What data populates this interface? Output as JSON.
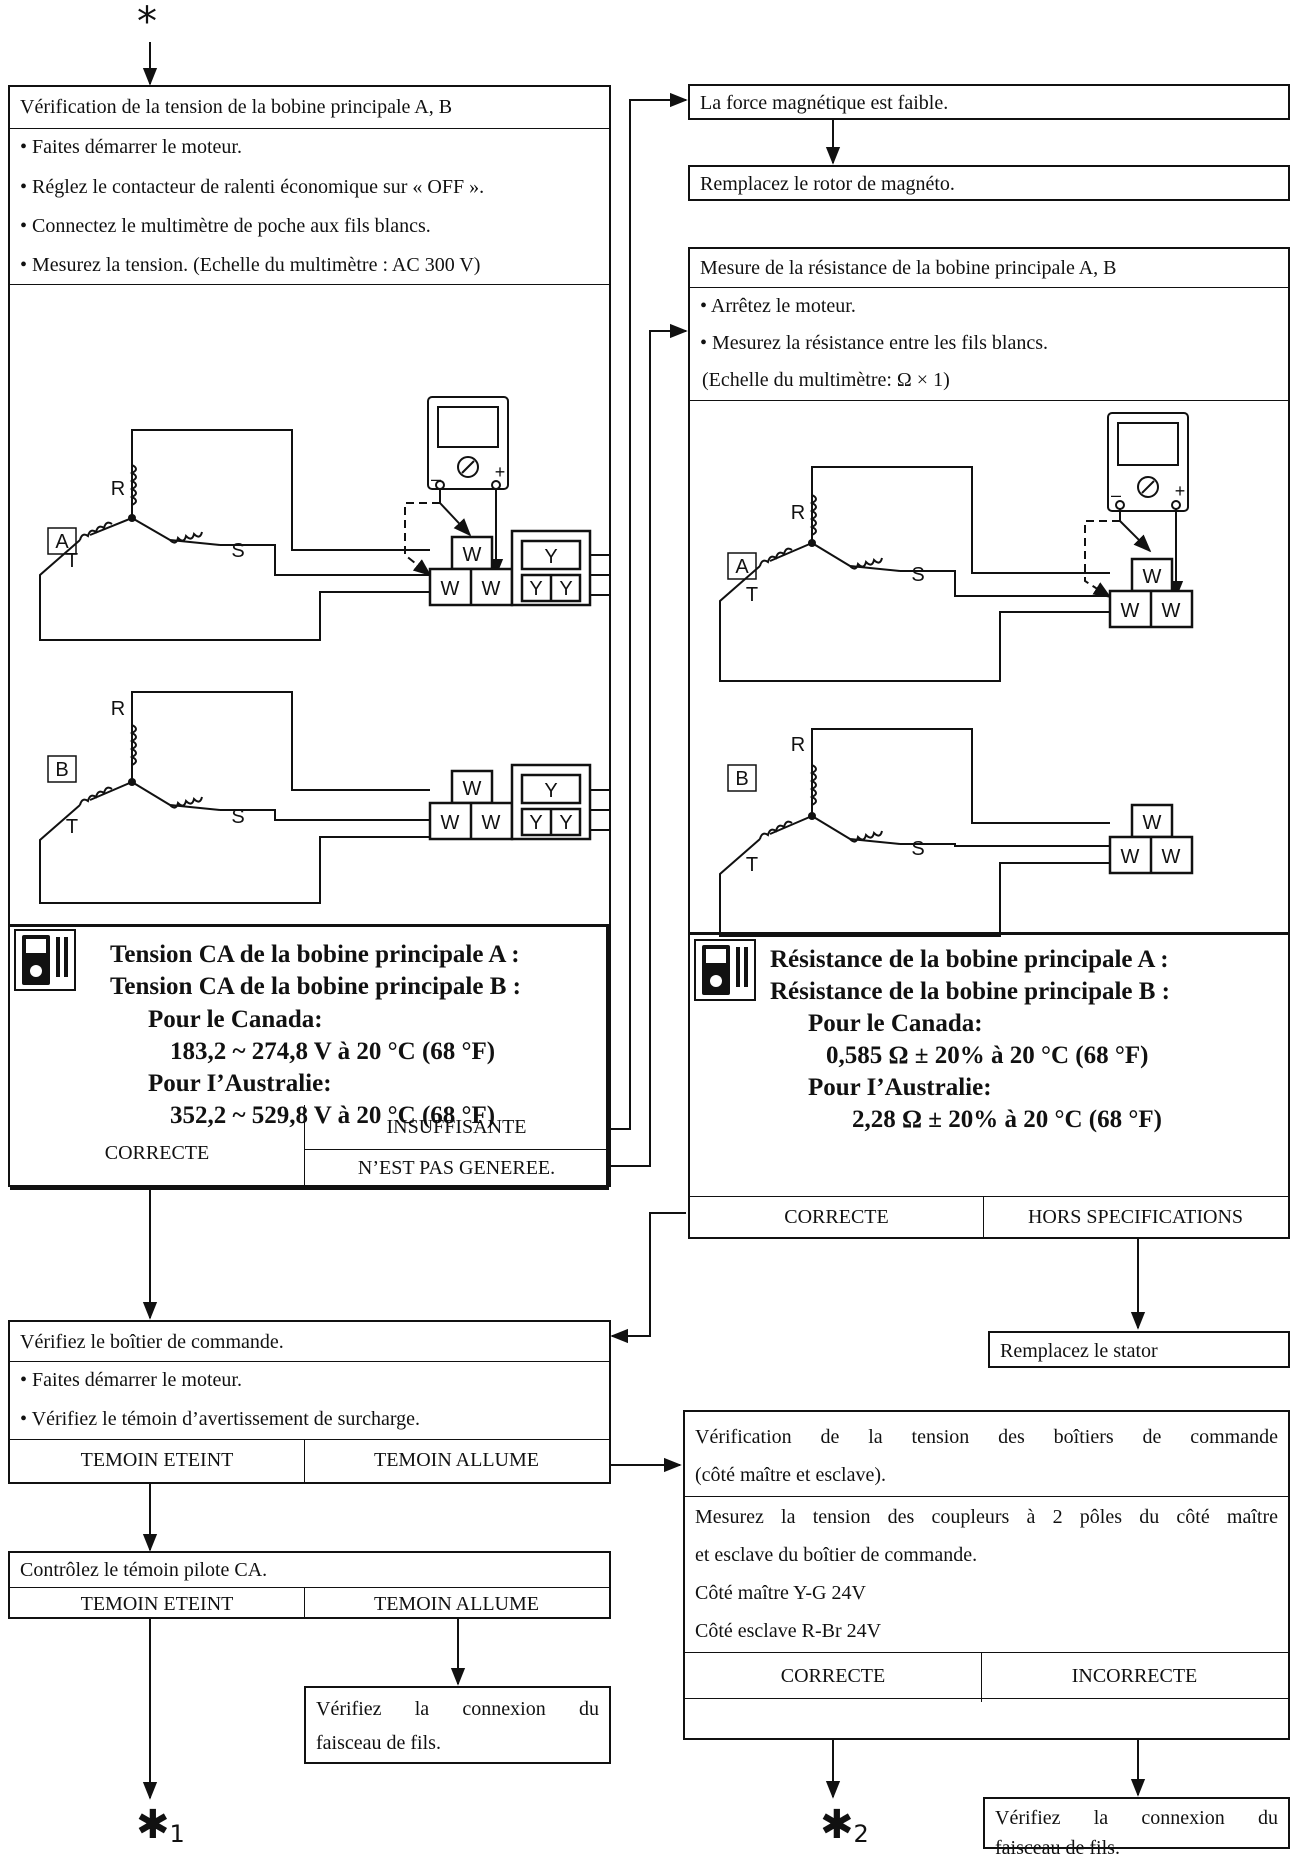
{
  "stars": {
    "top": "*",
    "bottom1": "1",
    "bottom2": "2"
  },
  "box1": {
    "title": "Vérification de la tension de la bobine principale A, B",
    "steps": [
      "Faites démarrer le moteur.",
      "Réglez le contacteur de ralenti économique sur « OFF ».",
      "Connectez le multimètre de poche aux fils blancs.",
      "Mesurez la tension. (Echelle du multimètre : AC 300 V)"
    ],
    "spec": {
      "line1": "Tension CA de la bobine principale A :",
      "line2": "Tension CA de la bobine principale B :",
      "line3": "Pour le Canada:",
      "line4": "183,2 ~ 274,8 V à 20 °C (68 °F)",
      "line5": "Pour I’Australie:",
      "line6": "352,2 ~ 529,8 V à 20 °C (68 °F)"
    },
    "result_ok": "CORRECTE",
    "result_low": "INSUFFISANTE",
    "result_none": "N’EST PAS GENEREE."
  },
  "box_weak": {
    "text": "La force magnétique est faible."
  },
  "box_rotor": {
    "text": "Remplacez le rotor de magnéto."
  },
  "box2": {
    "title": "Mesure de la résistance de la bobine principale A, B",
    "steps": [
      "Arrêtez le moteur.",
      "Mesurez la résistance entre les fils blancs."
    ],
    "scale": "(Echelle du multimètre: Ω × 1)",
    "spec": {
      "line1": "Résistance de la bobine principale A :",
      "line2": "Résistance de la bobine principale B :",
      "line3": "Pour le Canada:",
      "line4": "0,585 Ω ± 20% à 20 °C (68 °F)",
      "line5": "Pour I’Australie:",
      "line6": "2,28 Ω ± 20% à 20 °C (68 °F)"
    },
    "result_ok": "CORRECTE",
    "result_bad": "HORS SPECIFICATIONS"
  },
  "box_stator": {
    "text": "Remplacez le stator"
  },
  "box3": {
    "title": "Vérifiez le boîtier de commande.",
    "steps": [
      "Faites démarrer le moteur.",
      "Vérifiez le témoin d’avertissement de surcharge."
    ],
    "off": "TEMOIN ETEINT",
    "on": "TEMOIN ALLUME"
  },
  "box4": {
    "title_line1": "Vérification de la tension des boîtiers de commande",
    "title_line2": "(côté maître et esclave).",
    "body_line1": "Mesurez la tension des coupleurs à 2 pôles du côté maître",
    "body_line2": "et esclave du boîtier de commande.",
    "master": "Côté maître  Y-G 24V",
    "slave": "Côté esclave R-Br 24V",
    "ok": "CORRECTE",
    "bad": "INCORRECTE"
  },
  "box5": {
    "title": "Contrôlez le témoin pilote CA.",
    "off": "TEMOIN ETEINT",
    "on": "TEMOIN ALLUME"
  },
  "box_harness1": {
    "line1": "Vérifiez la connexion du",
    "line2": "faisceau de fils."
  },
  "box_harness2": {
    "line1": "Vérifiez la connexion du",
    "line2": "faisceau de fils."
  },
  "wiring": {
    "label_a": "A",
    "label_b": "B",
    "label_r": "R",
    "label_s": "S",
    "label_t": "T",
    "pin_w": "W",
    "pin_y": "Y",
    "meter_minus": "–",
    "meter_plus": "+"
  }
}
